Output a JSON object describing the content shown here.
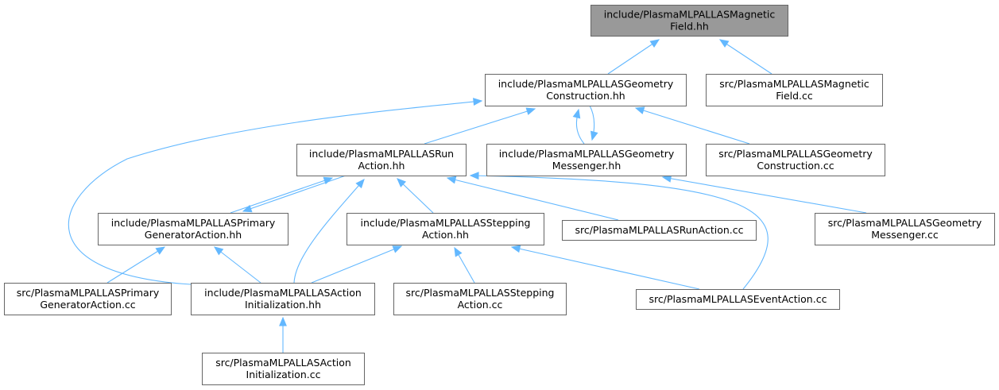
{
  "nodes": [
    {
      "id": "magfield_hh",
      "lines": [
        "include/PlasmaMLPALLASMagnetic",
        "Field.hh"
      ],
      "root": true
    },
    {
      "id": "geoconst_hh",
      "lines": [
        "include/PlasmaMLPALLASGeometry",
        "Construction.hh"
      ]
    },
    {
      "id": "magfield_cc",
      "lines": [
        "src/PlasmaMLPALLASMagnetic",
        "Field.cc"
      ]
    },
    {
      "id": "runaction_hh",
      "lines": [
        "include/PlasmaMLPALLASRun",
        "Action.hh"
      ]
    },
    {
      "id": "geomess_hh",
      "lines": [
        "include/PlasmaMLPALLASGeometry",
        "Messenger.hh"
      ]
    },
    {
      "id": "geoconst_cc",
      "lines": [
        "src/PlasmaMLPALLASGeometry",
        "Construction.cc"
      ]
    },
    {
      "id": "primgen_hh",
      "lines": [
        "include/PlasmaMLPALLASPrimary",
        "GeneratorAction.hh"
      ]
    },
    {
      "id": "stepping_hh",
      "lines": [
        "include/PlasmaMLPALLASStepping",
        "Action.hh"
      ]
    },
    {
      "id": "runaction_cc",
      "lines": [
        "src/PlasmaMLPALLASRunAction.cc"
      ]
    },
    {
      "id": "geomess_cc",
      "lines": [
        "src/PlasmaMLPALLASGeometry",
        "Messenger.cc"
      ]
    },
    {
      "id": "primgen_cc",
      "lines": [
        "src/PlasmaMLPALLASPrimary",
        "GeneratorAction.cc"
      ]
    },
    {
      "id": "actioninit_hh",
      "lines": [
        "include/PlasmaMLPALLASAction",
        "Initialization.hh"
      ]
    },
    {
      "id": "stepping_cc",
      "lines": [
        "src/PlasmaMLPALLASStepping",
        "Action.cc"
      ]
    },
    {
      "id": "eventaction_cc",
      "lines": [
        "src/PlasmaMLPALLASEventAction.cc"
      ]
    },
    {
      "id": "actioninit_cc",
      "lines": [
        "src/PlasmaMLPALLASAction",
        "Initialization.cc"
      ]
    }
  ],
  "edges": [
    {
      "from": "geoconst_hh",
      "to": "magfield_hh"
    },
    {
      "from": "magfield_cc",
      "to": "magfield_hh"
    },
    {
      "from": "runaction_hh",
      "to": "geoconst_hh"
    },
    {
      "from": "geomess_hh",
      "to": "geoconst_hh"
    },
    {
      "from": "geoconst_hh",
      "to": "geomess_hh"
    },
    {
      "from": "geoconst_cc",
      "to": "geoconst_hh"
    },
    {
      "from": "actioninit_hh",
      "to": "geoconst_hh"
    },
    {
      "from": "primgen_hh",
      "to": "runaction_hh"
    },
    {
      "from": "runaction_hh",
      "to": "primgen_hh"
    },
    {
      "from": "stepping_hh",
      "to": "runaction_hh"
    },
    {
      "from": "runaction_cc",
      "to": "runaction_hh"
    },
    {
      "from": "actioninit_hh",
      "to": "runaction_hh"
    },
    {
      "from": "eventaction_cc",
      "to": "runaction_hh"
    },
    {
      "from": "geomess_cc",
      "to": "geomess_hh"
    },
    {
      "from": "primgen_cc",
      "to": "primgen_hh"
    },
    {
      "from": "actioninit_hh",
      "to": "primgen_hh"
    },
    {
      "from": "actioninit_hh",
      "to": "stepping_hh"
    },
    {
      "from": "stepping_cc",
      "to": "stepping_hh"
    },
    {
      "from": "eventaction_cc",
      "to": "stepping_hh"
    },
    {
      "from": "actioninit_cc",
      "to": "actioninit_hh"
    }
  ]
}
